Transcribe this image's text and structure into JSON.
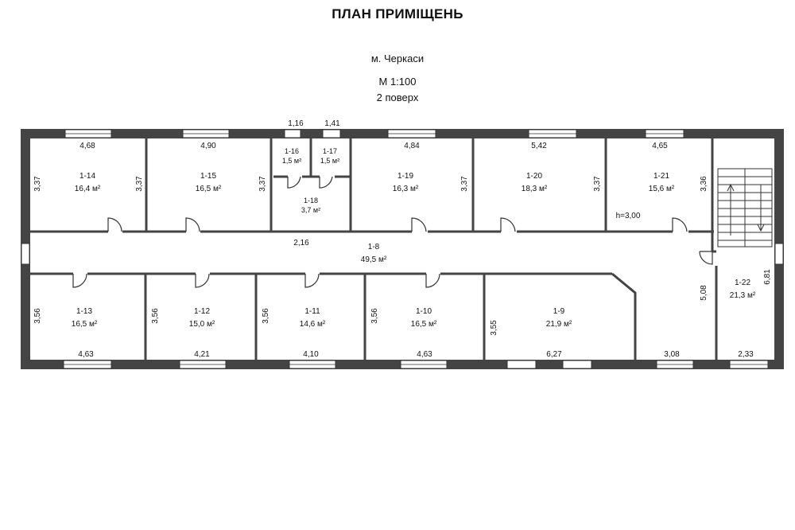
{
  "header": {
    "title": "ПЛАН ПРИМІЩЕНЬ",
    "city": "м. Черкаси",
    "scale": "М 1:100",
    "floor": "2 поверх"
  },
  "rooms": {
    "r14": {
      "id": "1-14",
      "area": "16,4 м²",
      "width": "4,68",
      "depth": "3,37",
      "depth2": "3,37"
    },
    "r15": {
      "id": "1-15",
      "area": "16,5 м²",
      "width": "4,90",
      "depth": "3,37"
    },
    "r16": {
      "id": "1-16",
      "area": "1,5 м²",
      "width": "1,16"
    },
    "r17": {
      "id": "1-17",
      "area": "1,5 м²",
      "width": "1,41"
    },
    "r18": {
      "id": "1-18",
      "area": "3,7 м²"
    },
    "r19": {
      "id": "1-19",
      "area": "16,3 м²",
      "width": "4,84",
      "depth": "3,37"
    },
    "r20": {
      "id": "1-20",
      "area": "18,3 м²",
      "width": "5,42",
      "depth": "3,37"
    },
    "r21": {
      "id": "1-21",
      "area": "15,6 м²",
      "width": "4,65",
      "depth": "3,36",
      "height": "h=3,00"
    },
    "r8": {
      "id": "1-8",
      "area": "49,5 м²",
      "dim1": "2,16",
      "dim2": "5,08",
      "dim3": "3,08"
    },
    "r13": {
      "id": "1-13",
      "area": "16,5 м²",
      "width": "4,63",
      "depth": "3,56"
    },
    "r12": {
      "id": "1-12",
      "area": "15,0 м²",
      "width": "4,21",
      "depth": "3,56"
    },
    "r11": {
      "id": "1-11",
      "area": "14,6 м²",
      "width": "4,10",
      "depth": "3,56"
    },
    "r10": {
      "id": "1-10",
      "area": "16,5 м²",
      "width": "4,63",
      "depth": "3,56"
    },
    "r9": {
      "id": "1-9",
      "area": "21,9 м²",
      "width": "6,27",
      "depth": "3,55"
    },
    "r22": {
      "id": "1-22",
      "area": "21,3 м²",
      "width": "2,33",
      "depth": "6,81"
    }
  }
}
